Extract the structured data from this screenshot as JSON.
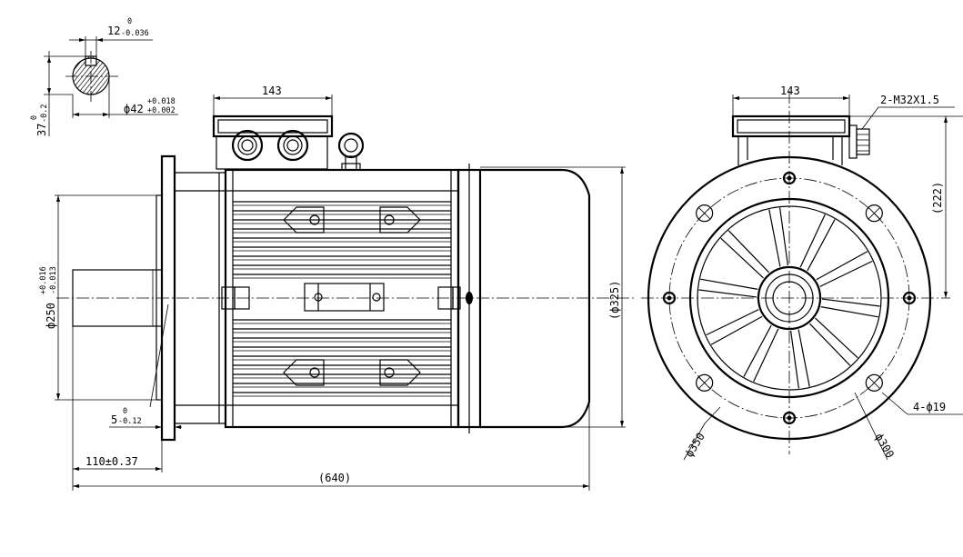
{
  "drawing": {
    "shaft_section": {
      "key_width_nominal": "12",
      "key_width_tol_upper": "0",
      "key_width_tol_lower": "-0.036",
      "shaft_diameter_prefix": "ф42",
      "shaft_diameter_tol_upper": "+0.018",
      "shaft_diameter_tol_lower": "+0.002",
      "keyway_depth_nominal": "37",
      "keyway_depth_tol_upper": "0",
      "keyway_depth_tol_lower": "-0.2"
    },
    "side_view": {
      "terminal_box_width": "143",
      "spigot_diameter_prefix": "ф250",
      "spigot_tol_upper": "+0.016",
      "spigot_tol_lower": "-0.013",
      "frame_diameter": "(ф325)",
      "flange_thickness_nominal": "5",
      "flange_thickness_tol_upper": "0",
      "flange_thickness_tol_lower": "-0.12",
      "shaft_length": "110±0.37",
      "overall_length": "(640)"
    },
    "end_view": {
      "terminal_box_width": "143",
      "cable_gland": "2-M32X1.5",
      "box_height": "(222)",
      "mounting_holes": "4-ф19",
      "flange_diameter": "ф350",
      "pitch_circle_diameter": "ф300"
    }
  }
}
